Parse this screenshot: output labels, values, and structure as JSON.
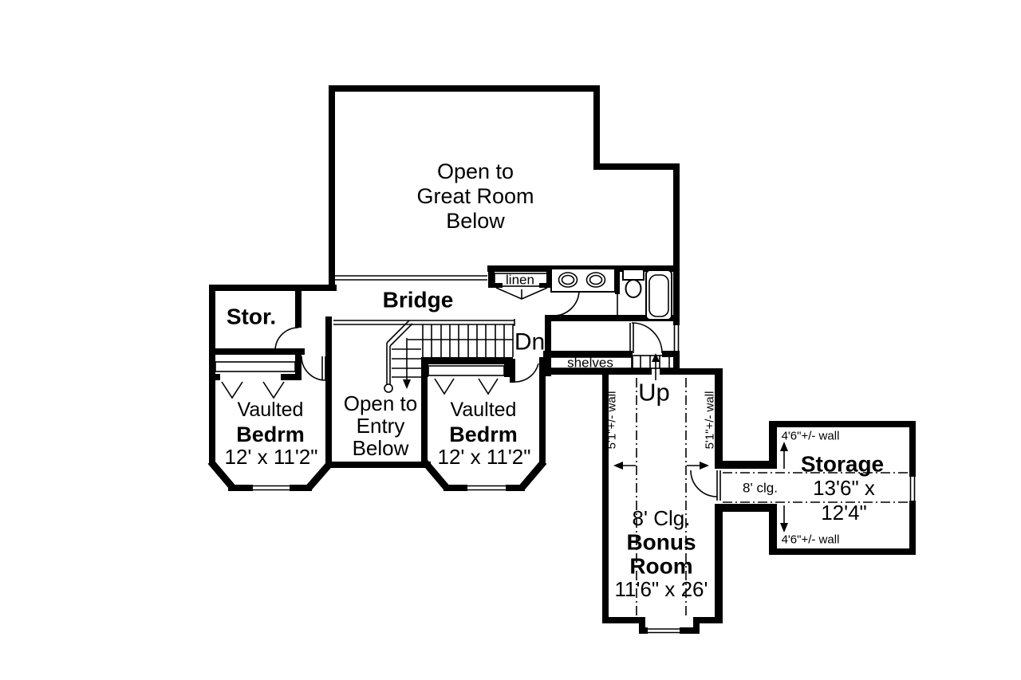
{
  "colors": {
    "ink": "#000000",
    "paper": "#ffffff"
  },
  "labels": {
    "great_room": [
      "Open to",
      "Great Room",
      "Below"
    ],
    "bridge": "Bridge",
    "stor": "Stor.",
    "linen": "linen",
    "dn": "Dn",
    "shelves": "shelves",
    "up": "Up",
    "bedroom_left": {
      "line1": "Vaulted",
      "line2": "Bedrm",
      "dims": "12' x 11'2\""
    },
    "bedroom_center": {
      "line1": "Vaulted",
      "line2": "Bedrm",
      "dims": "12' x 11'2\""
    },
    "open_entry": [
      "Open to",
      "Entry",
      "Below"
    ],
    "bonus_room": {
      "ceiling": "8' Clg.",
      "name_line1": "Bonus",
      "name_line2": "Room",
      "dims": "11'6\" x 26'",
      "knee_wall_left": "5'1\"+/- wall",
      "knee_wall_right": "5'1\"+/- wall"
    },
    "storage_room": {
      "name": "Storage",
      "dims_line1": "13'6\" x",
      "dims_line2": "12'4\"",
      "knee_wall_top": "4'6\"+/- wall",
      "knee_wall_bottom": "4'6\"+/- wall",
      "passage_ceiling": "8' clg."
    }
  }
}
